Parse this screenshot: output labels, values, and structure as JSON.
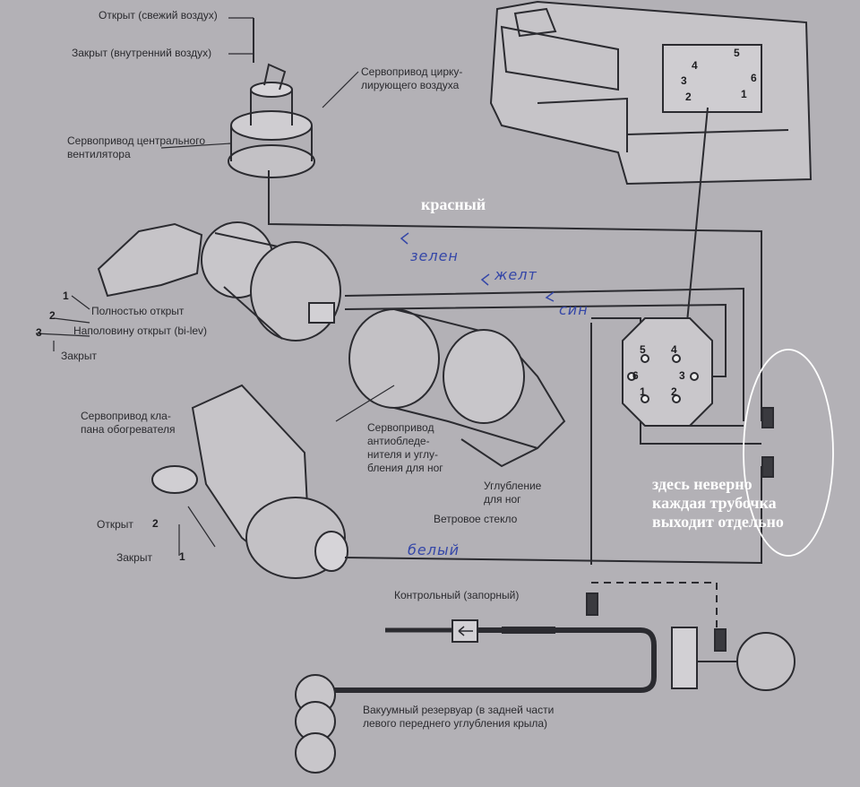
{
  "labels": {
    "open_fresh": "Открыт (свежий воздух)",
    "closed_inner": "Закрыт (внутренний воздух)",
    "recirc_servo": "Сервопривод цирку-\nлирующего воздуха",
    "central_fan_servo": "Сервопривод центрального\nвентилятора",
    "fully_open": "Полностью открыт",
    "half_open": "Наполовину открыт (bi-lev)",
    "closed": "Закрыт",
    "heater_valve_servo": "Сервопривод кла-\nпана обогревателя",
    "opened": "Открыт",
    "closed2": "Закрыт",
    "defrost_servo": "Сервопривод\nантиобледе-\nнителя и углу-\nбления для ног",
    "footwell": "Углубление\nдля ног",
    "windshield": "Ветровое стекло",
    "check_valve": "Контрольный (запорный)",
    "vacuum_tank": "Вакуумный резервуар (в задней части\nлевого переднего углубления крыла)"
  },
  "numbers": {
    "n1": "1",
    "n2": "2",
    "n3": "3",
    "h2": "2",
    "h1": "1"
  },
  "port_numbers": {
    "p5": "5",
    "p4": "4",
    "p6": "6",
    "p3": "3",
    "p1": "1",
    "p2": "2",
    "c5": "5",
    "c4": "4",
    "c6": "6",
    "c3": "3",
    "c2": "2",
    "c1": "1"
  },
  "handwritten": {
    "zelen": "зелен",
    "zhelt": "желт",
    "sin": "син",
    "belyi": "белый"
  },
  "annotations": {
    "red": "красный",
    "note": "здесь неверно\nкаждая трубочка\nвыходит отдельно"
  },
  "colors": {
    "background": "#b3b1b6",
    "line": "#2b2b30",
    "handwriting": "#3547a8",
    "annotation": "#ffffff"
  }
}
